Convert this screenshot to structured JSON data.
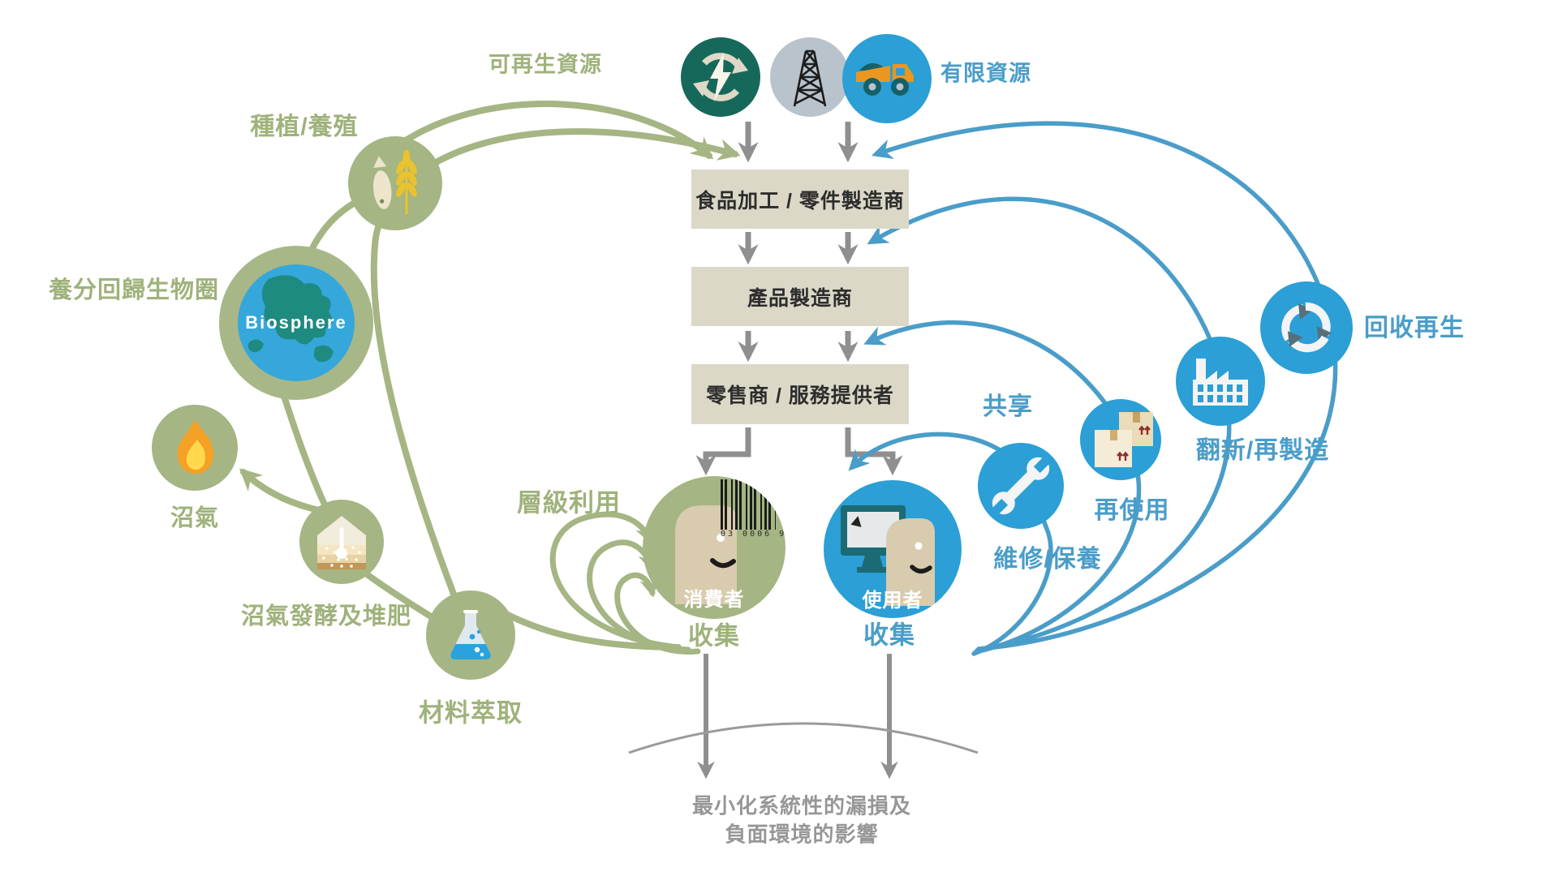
{
  "colors": {
    "bio_green": "#a5b583",
    "bio_green_text": "#9fb27b",
    "tech_blue_circle": "#2b9fd6",
    "tech_blue_text": "#4a9dc9",
    "arrow_grey": "#8f8f8f",
    "box_beige": "#dcd8c7",
    "renewable_dark_green": "#16695a",
    "derrick_grey": "#b9c3cc",
    "truck_orange": "#ea9620",
    "flame_orange": "#f5a125",
    "face_tan": "#d9cbae"
  },
  "top_icons": {
    "renewable_label": "可再生資源",
    "finite_label": "有限資源",
    "icon_names": [
      "renewable-energy-icon",
      "oil-derrick-icon",
      "mining-truck-icon"
    ]
  },
  "chain": {
    "box1": "食品加工 / 零件製造商",
    "box2": "產品製造商",
    "box3": "零售商 / 服務提供者"
  },
  "bio_cycle": {
    "farming": "種植/養殖",
    "nutrients": "養分回歸生物圈",
    "biosphere": "Biosphere",
    "biogas": "沼氣",
    "digestion": "沼氣發酵及堆肥",
    "extraction": "材料萃取",
    "cascade": "層級利用",
    "consumer": "消費者",
    "collection": "收集"
  },
  "tech_cycle": {
    "share": "共享",
    "maintain": "維修/保養",
    "reuse": "再使用",
    "refurbish": "翻新/再製造",
    "recycle": "回收再生",
    "user": "使用者",
    "collection": "收集"
  },
  "consumer_barcode_digits": "03 0006 9",
  "footer": {
    "line1": "最小化系統性的漏損及",
    "line2": "負面環境的影響"
  }
}
